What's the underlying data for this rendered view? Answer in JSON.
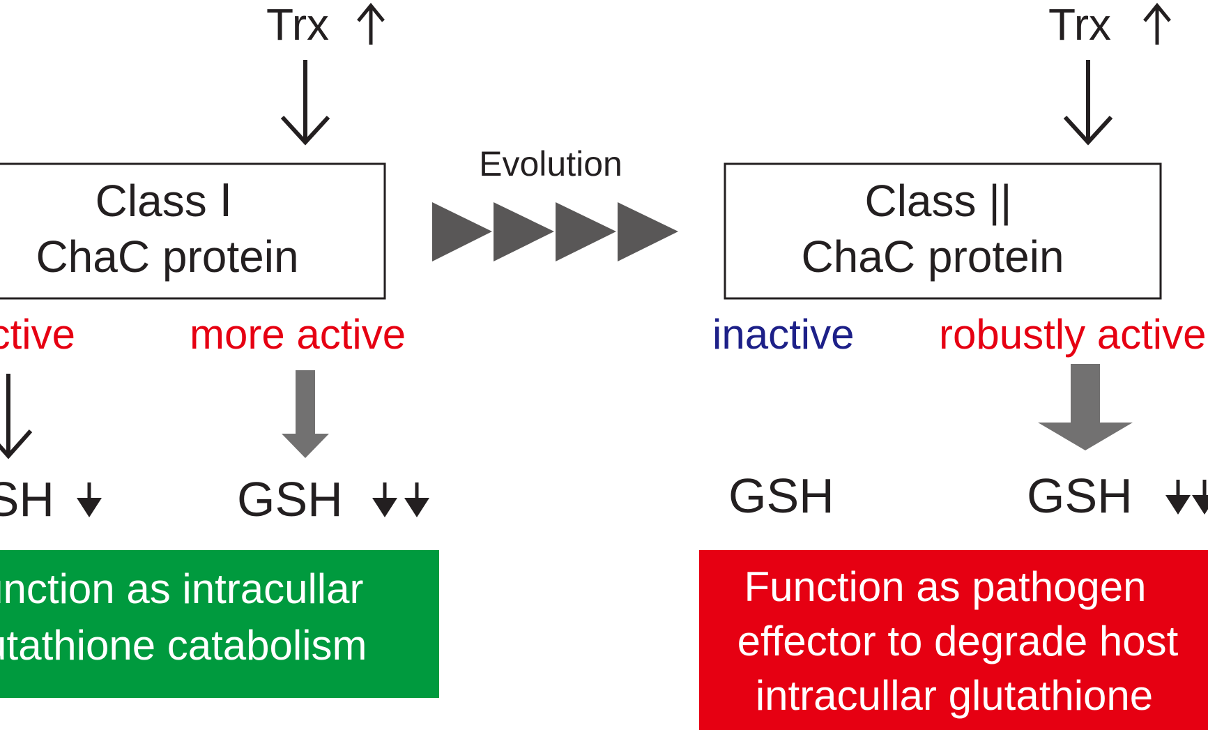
{
  "left": {
    "trx": "Trx",
    "class_line1": "Class Ⅰ",
    "class_line2": "ChaC protein",
    "status_a": "active",
    "status_b": "more active",
    "gsh_a": "GSH",
    "gsh_b": "GSH",
    "function_lines": [
      "Function as intracullar",
      "glutathione catabolism"
    ]
  },
  "middle": {
    "evolution": "Evolution"
  },
  "right": {
    "trx": "Trx",
    "class_line1": "Class ||",
    "class_line2": "ChaC protein",
    "status_a": "inactive",
    "status_b": "robustly active",
    "gsh_a": "GSH",
    "gsh_b": "GSH",
    "function_lines": [
      "Function as pathogen",
      "effector to degrade host",
      "intracullar glutathione"
    ]
  },
  "colors": {
    "text": "#231f20",
    "red_text": "#e60012",
    "blue_text": "#1d2088",
    "gray_arrow": "#727171",
    "dark_triangle": "#595757",
    "green_box": "#009a3e",
    "red_box": "#e60012"
  }
}
